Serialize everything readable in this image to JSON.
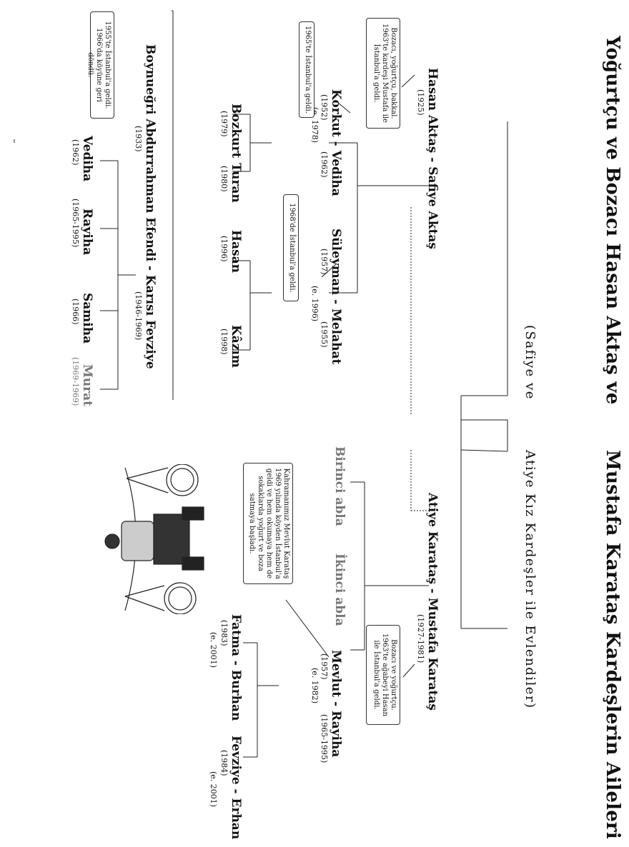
{
  "title_left": "Yoğurtçu ve Bozacı Hasan Aktaş ve",
  "title_right": "Mustafa Karataş Kardeşlerin Aileleri",
  "subtitle_left": "(Safiye ve",
  "subtitle_right": "Atiye Kız Kardeşler ile Evlendiler)",
  "left": {
    "couple": "Hasan Aktaş - Safiye Aktaş",
    "couple_year": "(1925)",
    "note_hasan": "Bozacı, yoğurtçu, bakkal. 1963'te kardeşi Mustafa ile İstanbul'a geldi.",
    "korkut": {
      "label": "Korkut - Vediha",
      "years1": "(1952)",
      "years2": "(1962)",
      "married": "(e. 1978)",
      "note": "1965'te İstanbul'a geldi."
    },
    "suleyman": {
      "label": "Süleyman - Melahat",
      "years1": "(1957)",
      "years2": "(1955)",
      "married": "(e. 1996)",
      "note": "1968'de İstanbul'a geldi."
    },
    "korkut_children": [
      {
        "name": "Bozkurt",
        "year": "(1979)"
      },
      {
        "name": "Turan",
        "year": "(1980)"
      }
    ],
    "suleyman_children": [
      {
        "name": "Hasan",
        "year": "(1996)"
      },
      {
        "name": "Kâzım",
        "year": "(1998)"
      }
    ]
  },
  "bottom_left": {
    "couple": "Boynueğri Abdurrahman Efendi - Karısı Fevziye",
    "year_left": "(1933)",
    "year_right": "(1946-1969)",
    "note": "1955'te İstanbul'a geldi. 1966'da köyüne geri döndü.",
    "children": [
      {
        "name": "Vediha",
        "year": "(1962)",
        "gray": false
      },
      {
        "name": "Rayiha",
        "year": "(1965-1995)",
        "gray": false
      },
      {
        "name": "Samiha",
        "year": "(1966)",
        "gray": false
      },
      {
        "name": "Murat",
        "year": "(1969-1969)",
        "gray": true
      }
    ]
  },
  "right": {
    "couple": "Atiye Karataş - Mustafa Karataş",
    "couple_year": "(1927-1981)",
    "note_mustafa": "Bozacı ve yoğurtçu. 1963'te ağabeyi Hasan ile İstanbul'a geldi.",
    "children_top": [
      {
        "name": "Birinci abla"
      },
      {
        "name": "İkinci abla"
      }
    ],
    "mevlut": {
      "label": "Mevlut - Rayiha",
      "years1": "(1957)",
      "years2": "(1965-1995)",
      "married": "(e. 1982)"
    },
    "note_mevlut": "Kahramanımız Mevlut Karataş 1969 yılında köyden İstanbul'a geldi ve hem okumaya hem de sokaklarda yoğurt ve boza satmaya başladı.",
    "mevlut_children": [
      {
        "label": "Fatma - Burhan",
        "year": "(1983)",
        "married": "(e. 2001)"
      },
      {
        "label": "Fevziye - Erhan",
        "year": "(1984)",
        "married": "(e. 2001)"
      }
    ]
  }
}
